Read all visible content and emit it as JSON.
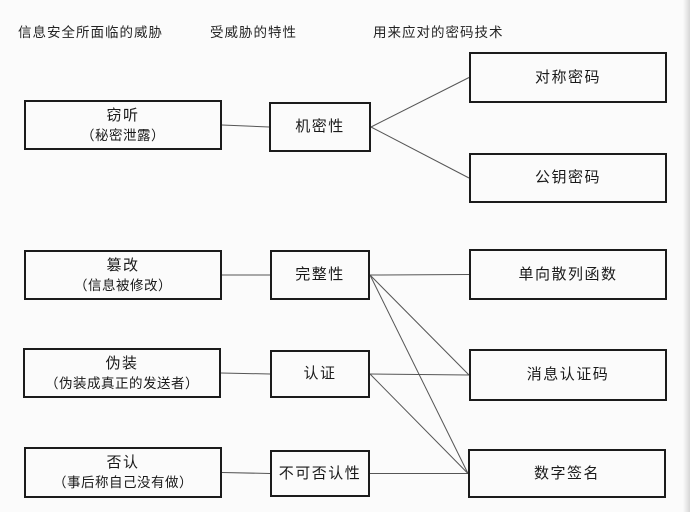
{
  "columns": {
    "threats_header": "信息安全所面临的威胁",
    "properties_header": "受威胁的特性",
    "techniques_header": "用来应对的密码技术"
  },
  "nodes": {
    "eavesdropping": {
      "title": "窃听",
      "subtitle": "（秘密泄露）"
    },
    "tampering": {
      "title": "篡改",
      "subtitle": "（信息被修改）"
    },
    "spoofing": {
      "title": "伪装",
      "subtitle": "（伪装成真正的发送者）"
    },
    "repudiation": {
      "title": "否认",
      "subtitle": "（事后称自己没有做）"
    },
    "confidentiality": {
      "title": "机密性"
    },
    "integrity": {
      "title": "完整性"
    },
    "authentication": {
      "title": "认证"
    },
    "non_repudiation": {
      "title": "不可否认性"
    },
    "symmetric_cipher": {
      "title": "对称密码"
    },
    "public_key_cipher": {
      "title": "公钥密码"
    },
    "one_way_hash": {
      "title": "单向散列函数"
    },
    "mac": {
      "title": "消息认证码"
    },
    "digital_signature": {
      "title": "数字签名"
    }
  },
  "connections": [
    {
      "from": "eavesdropping",
      "to": "confidentiality"
    },
    {
      "from": "confidentiality",
      "to": "symmetric_cipher"
    },
    {
      "from": "confidentiality",
      "to": "public_key_cipher"
    },
    {
      "from": "tampering",
      "to": "integrity"
    },
    {
      "from": "integrity",
      "to": "one_way_hash"
    },
    {
      "from": "integrity",
      "to": "mac"
    },
    {
      "from": "integrity",
      "to": "digital_signature"
    },
    {
      "from": "spoofing",
      "to": "authentication"
    },
    {
      "from": "authentication",
      "to": "mac"
    },
    {
      "from": "authentication",
      "to": "digital_signature"
    },
    {
      "from": "repudiation",
      "to": "non_repudiation"
    },
    {
      "from": "non_repudiation",
      "to": "digital_signature"
    }
  ],
  "colors": {
    "background": "#fbfbfb",
    "box_border": "#1b1b1b",
    "connector": "#555555",
    "text": "#1a1a1a"
  }
}
